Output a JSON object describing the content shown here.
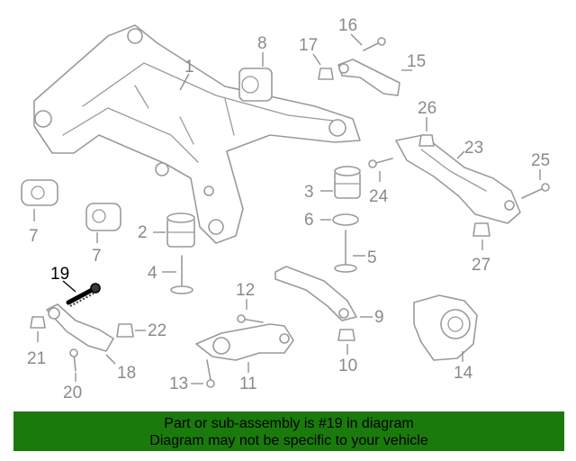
{
  "callouts": {
    "c1": "1",
    "c2": "2",
    "c3": "3",
    "c4": "4",
    "c5": "5",
    "c6": "6",
    "c7a": "7",
    "c7b": "7",
    "c8": "8",
    "c9": "9",
    "c10": "10",
    "c11": "11",
    "c12": "12",
    "c13": "13",
    "c14": "14",
    "c15": "15",
    "c16": "16",
    "c17": "17",
    "c18": "18",
    "c19": "19",
    "c20": "20",
    "c21": "21",
    "c22": "22",
    "c23": "23",
    "c24": "24",
    "c25": "25",
    "c26": "26",
    "c27": "27"
  },
  "highlighted_part": "19",
  "colors": {
    "part_line": "#9a9a9a",
    "highlight": "#000000",
    "banner_bg": "#1a7a0c"
  },
  "banner": {
    "line1": "Part or sub-assembly is #19 in diagram",
    "line2": "Diagram may not be specific to your vehicle"
  }
}
